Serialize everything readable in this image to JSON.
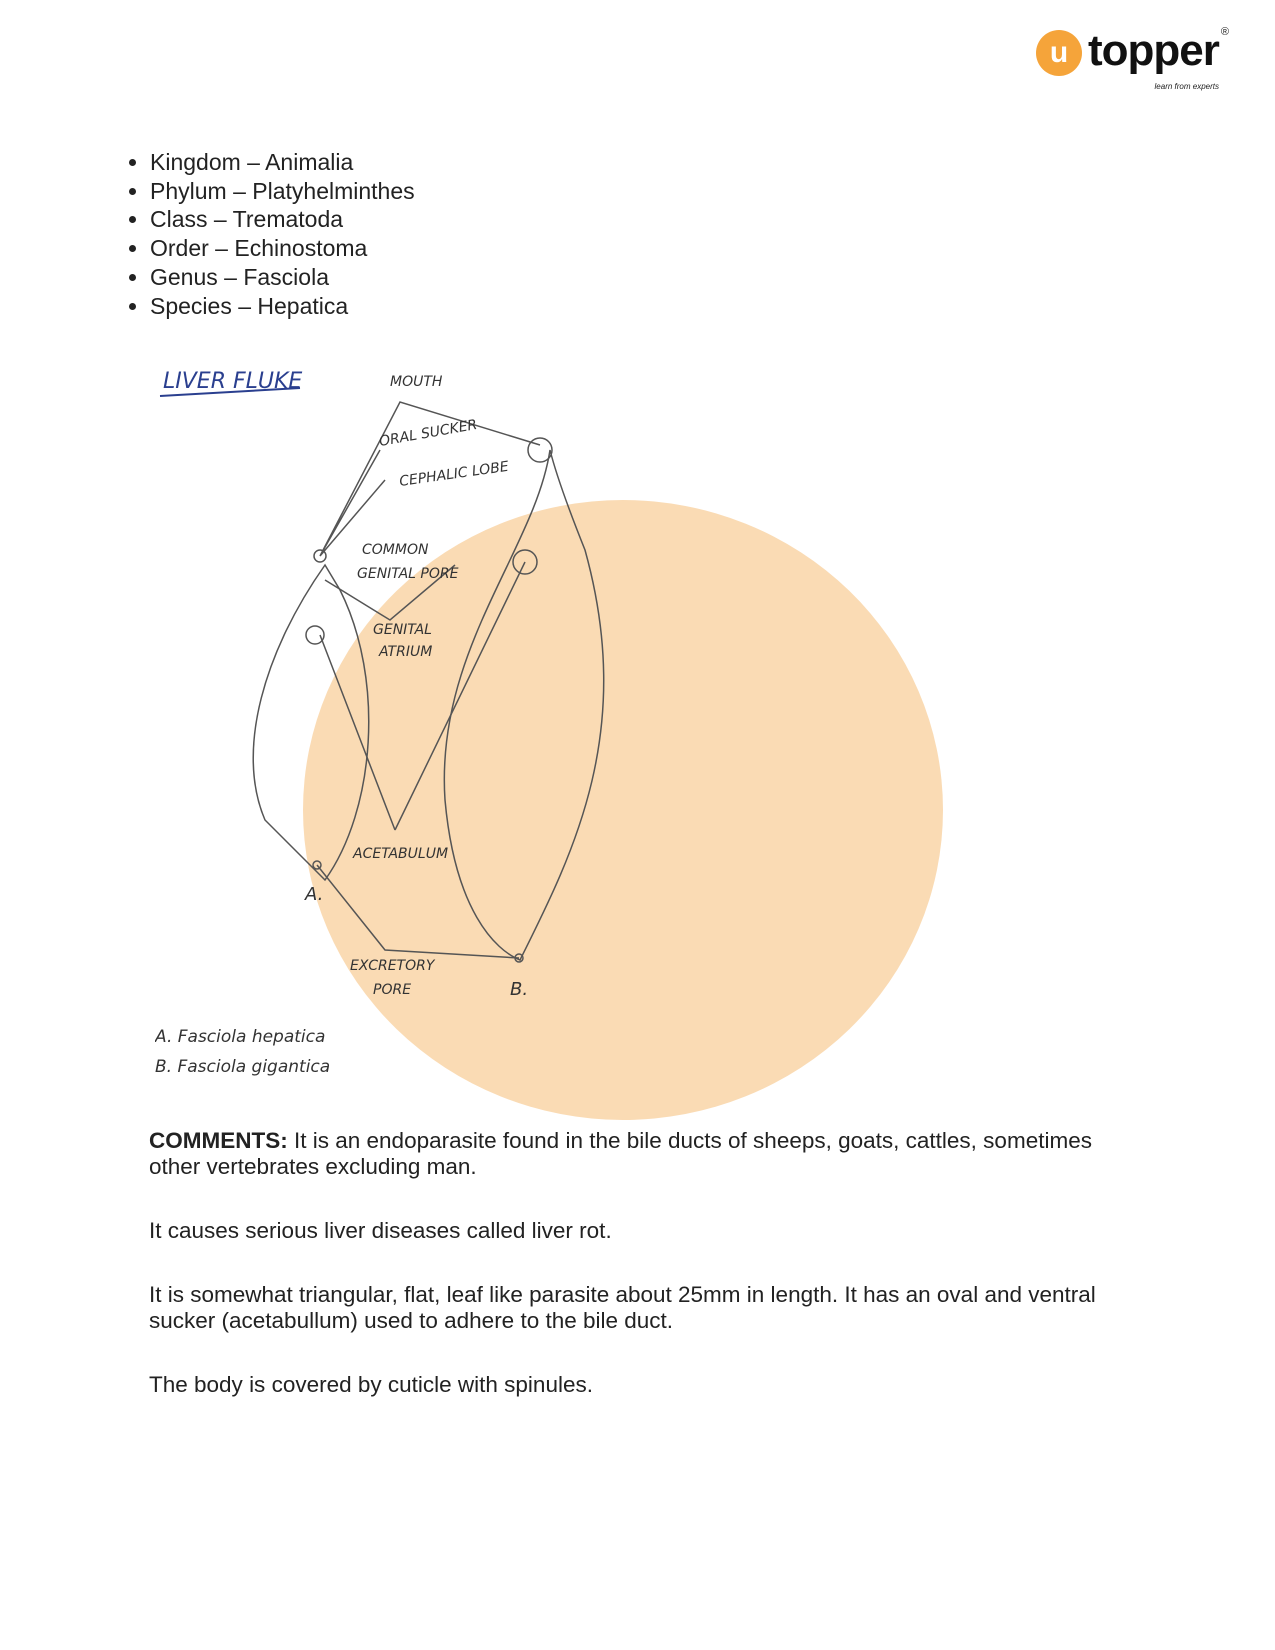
{
  "logo": {
    "mark": "u",
    "text": "topper",
    "tagline": "learn from experts",
    "reg": "®"
  },
  "taxonomy": [
    "Kingdom – Animalia",
    "Phylum – Platyhelminthes",
    "Class – Trematoda",
    "Order – Echinostoma",
    "Genus – Fasciola",
    "Species – Hepatica"
  ],
  "drawing": {
    "title": "LIVER FLUKE",
    "labels": {
      "mouth": "MOUTH",
      "oral": "ORAL SUCKER",
      "cephalic": "CEPHALIC LOBE",
      "common": "COMMON",
      "genital_pore": "GENITAL PORE",
      "genital": "GENITAL",
      "atrium": "ATRIUM",
      "acetabulum": "ACETABULUM",
      "excretory": "EXCRETORY",
      "pore": "PORE",
      "a": "A.",
      "b": "B."
    },
    "legend_a": "A. Fasciola hepatica",
    "legend_b": "B. Fasciola gigantica"
  },
  "comments": {
    "heading": "COMMENTS:",
    "p1": " It is an endoparasite found in the bile ducts of sheeps, goats, cattles, sometimes other vertebrates excluding man.",
    "p2": "It causes serious liver diseases called liver rot.",
    "p3": "It is somewhat triangular, flat, leaf like parasite about 25mm in length. It has an oval and ventral sucker (acetabullum) used to adhere to the bile duct.",
    "p4": "The body is covered by cuticle with spinules."
  }
}
